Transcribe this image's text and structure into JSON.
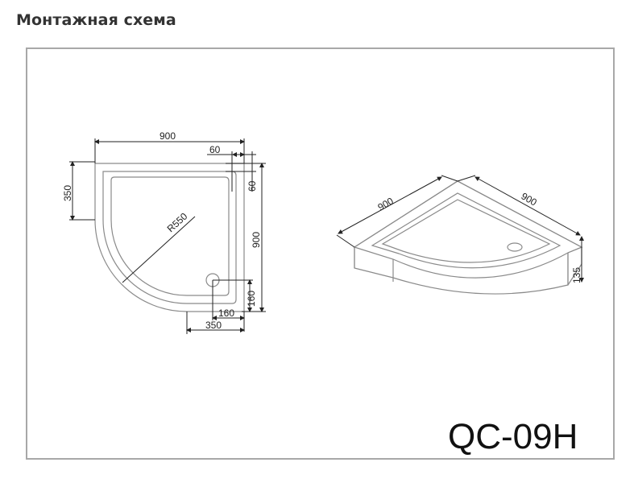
{
  "section": {
    "title": "Монтажная схема"
  },
  "drawing": {
    "model": "QC-09H",
    "plan_view": {
      "width_label": "900",
      "depth_label": "900",
      "rim_top_label": "60",
      "rim_side_label": "60",
      "side_straight_label": "350",
      "bottom_straight_label": "350",
      "radius_label": "R550",
      "drain_x_label": "160",
      "drain_y_label": "160"
    },
    "iso_view": {
      "left_side_label": "900",
      "right_side_label": "900",
      "height_label": "135"
    }
  }
}
